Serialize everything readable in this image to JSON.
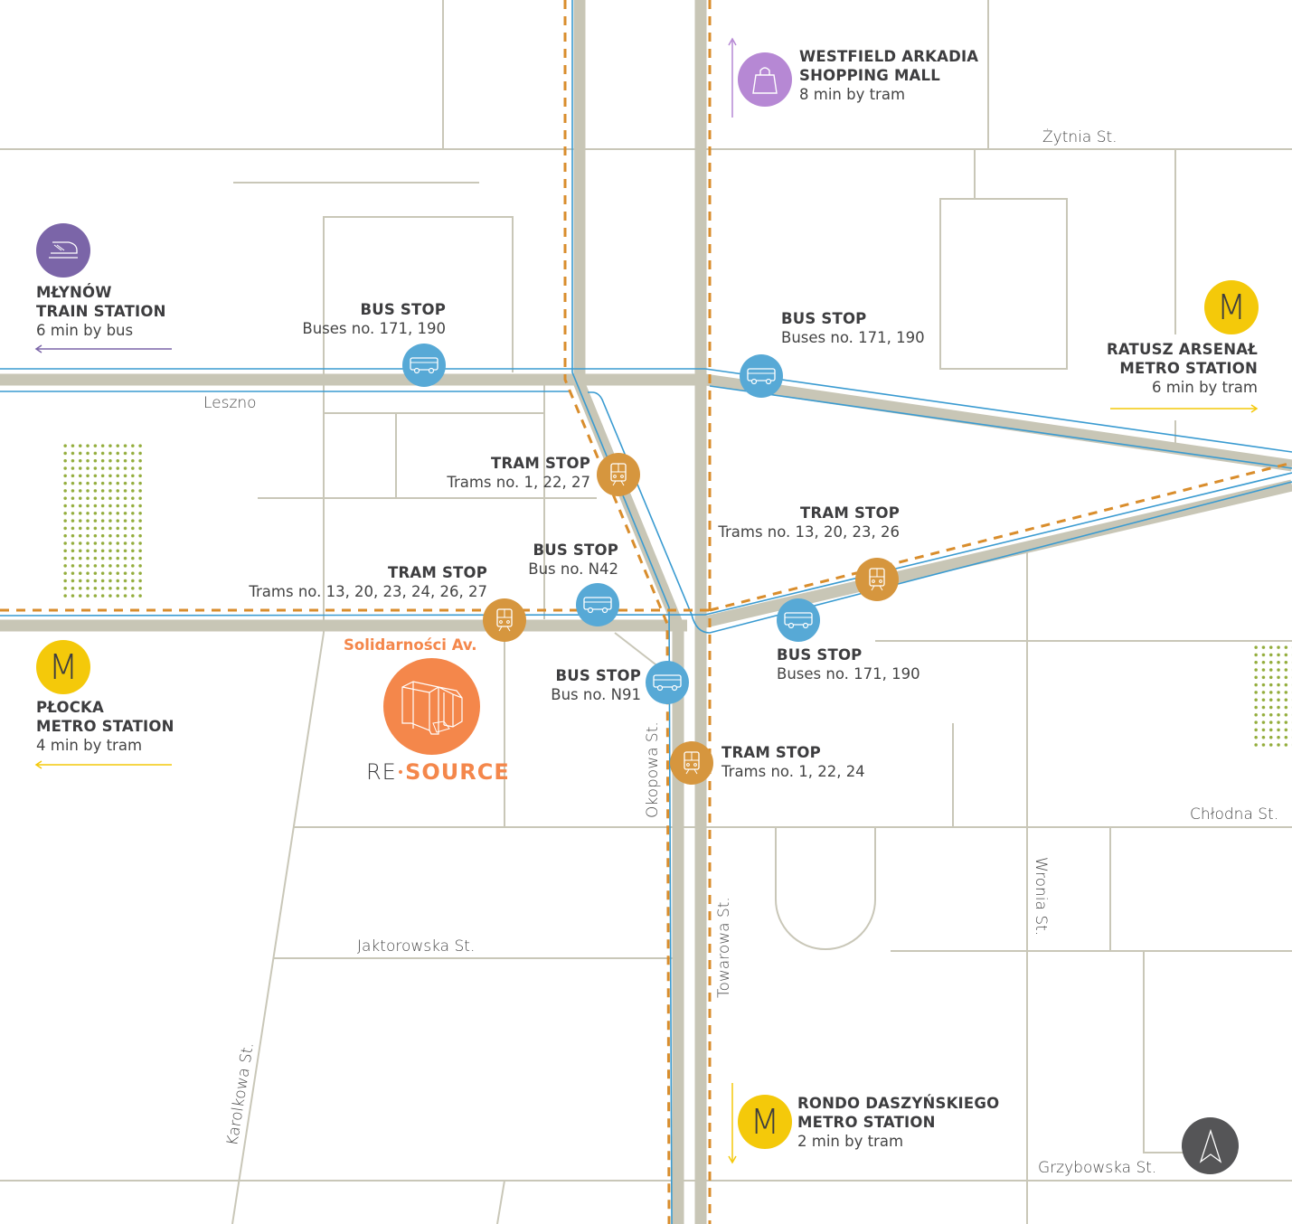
{
  "map": {
    "title": "Location map - RESOURCE",
    "colors": {
      "road": "#c8c6b6",
      "bus_line": "#3a9bd1",
      "tram_line": "#d98d2c",
      "bus_stop": "#57a9d6",
      "tram_stop": "#d6963e",
      "metro": "#f4c90a",
      "train": "#7b65a8",
      "mall": "#b688d4",
      "brand": "#f4874b",
      "compass": "#555557",
      "green_dots": "#93ad3c"
    },
    "streets": {
      "zytnia": "Żytnia St.",
      "leszno": "Leszno",
      "okopowa": "Okopowa St.",
      "towarowa": "Towarowa St.",
      "chlodna": "Chłodna St.",
      "wronia": "Wronia St.",
      "jaktorowska": "Jaktorowska St.",
      "karolkowa": "Karolkowa St.",
      "grzybowska": "Grzybowska St.",
      "solidarnosci": "Solidarności Av."
    },
    "destinations": [
      {
        "id": "mall",
        "icon": "shopping-bag-icon",
        "line1": "WESTFIELD ARKADIA",
        "line2": "SHOPPING MALL",
        "time": "8 min by tram",
        "direction": "up"
      },
      {
        "id": "mlynow",
        "icon": "train-icon",
        "line1": "MŁYNÓW",
        "line2": "TRAIN STATION",
        "time": "6 min by bus",
        "direction": "left"
      },
      {
        "id": "ratusz",
        "icon": "metro-icon",
        "glyph": "M",
        "line1": "RATUSZ ARSENAŁ",
        "line2": "METRO STATION",
        "time": "6 min by tram",
        "direction": "right"
      },
      {
        "id": "plocka",
        "icon": "metro-icon",
        "glyph": "M",
        "line1": "PŁOCKA",
        "line2": "METRO STATION",
        "time": "4 min by tram",
        "direction": "left"
      },
      {
        "id": "rondo",
        "icon": "metro-icon",
        "glyph": "M",
        "line1": "RONDO DASZYŃSKIEGO",
        "line2": "METRO STATION",
        "time": "2 min by tram",
        "direction": "down"
      }
    ],
    "stops": [
      {
        "type": "bus",
        "title": "BUS STOP",
        "detail": "Buses no. 171, 190"
      },
      {
        "type": "bus",
        "title": "BUS STOP",
        "detail": "Buses no. 171, 190"
      },
      {
        "type": "tram",
        "title": "TRAM STOP",
        "detail": "Trams no. 1, 22, 27"
      },
      {
        "type": "tram",
        "title": "TRAM STOP",
        "detail": "Trams no. 13, 20, 23, 26"
      },
      {
        "type": "bus",
        "title": "BUS STOP",
        "detail": "Bus no. N42"
      },
      {
        "type": "tram",
        "title": "TRAM STOP",
        "detail": "Trams no. 13, 20, 23, 24, 26, 27"
      },
      {
        "type": "bus",
        "title": "BUS STOP",
        "detail": "Buses no. 171, 190"
      },
      {
        "type": "bus",
        "title": "BUS STOP",
        "detail": "Bus no. N91"
      },
      {
        "type": "tram",
        "title": "TRAM STOP",
        "detail": "Trams no. 1, 22, 24"
      }
    ],
    "property": {
      "logo_prefix": "RE",
      "logo_main": "SOURCE",
      "icon": "building-icon"
    },
    "compass": {
      "icon": "north-arrow-icon"
    }
  }
}
